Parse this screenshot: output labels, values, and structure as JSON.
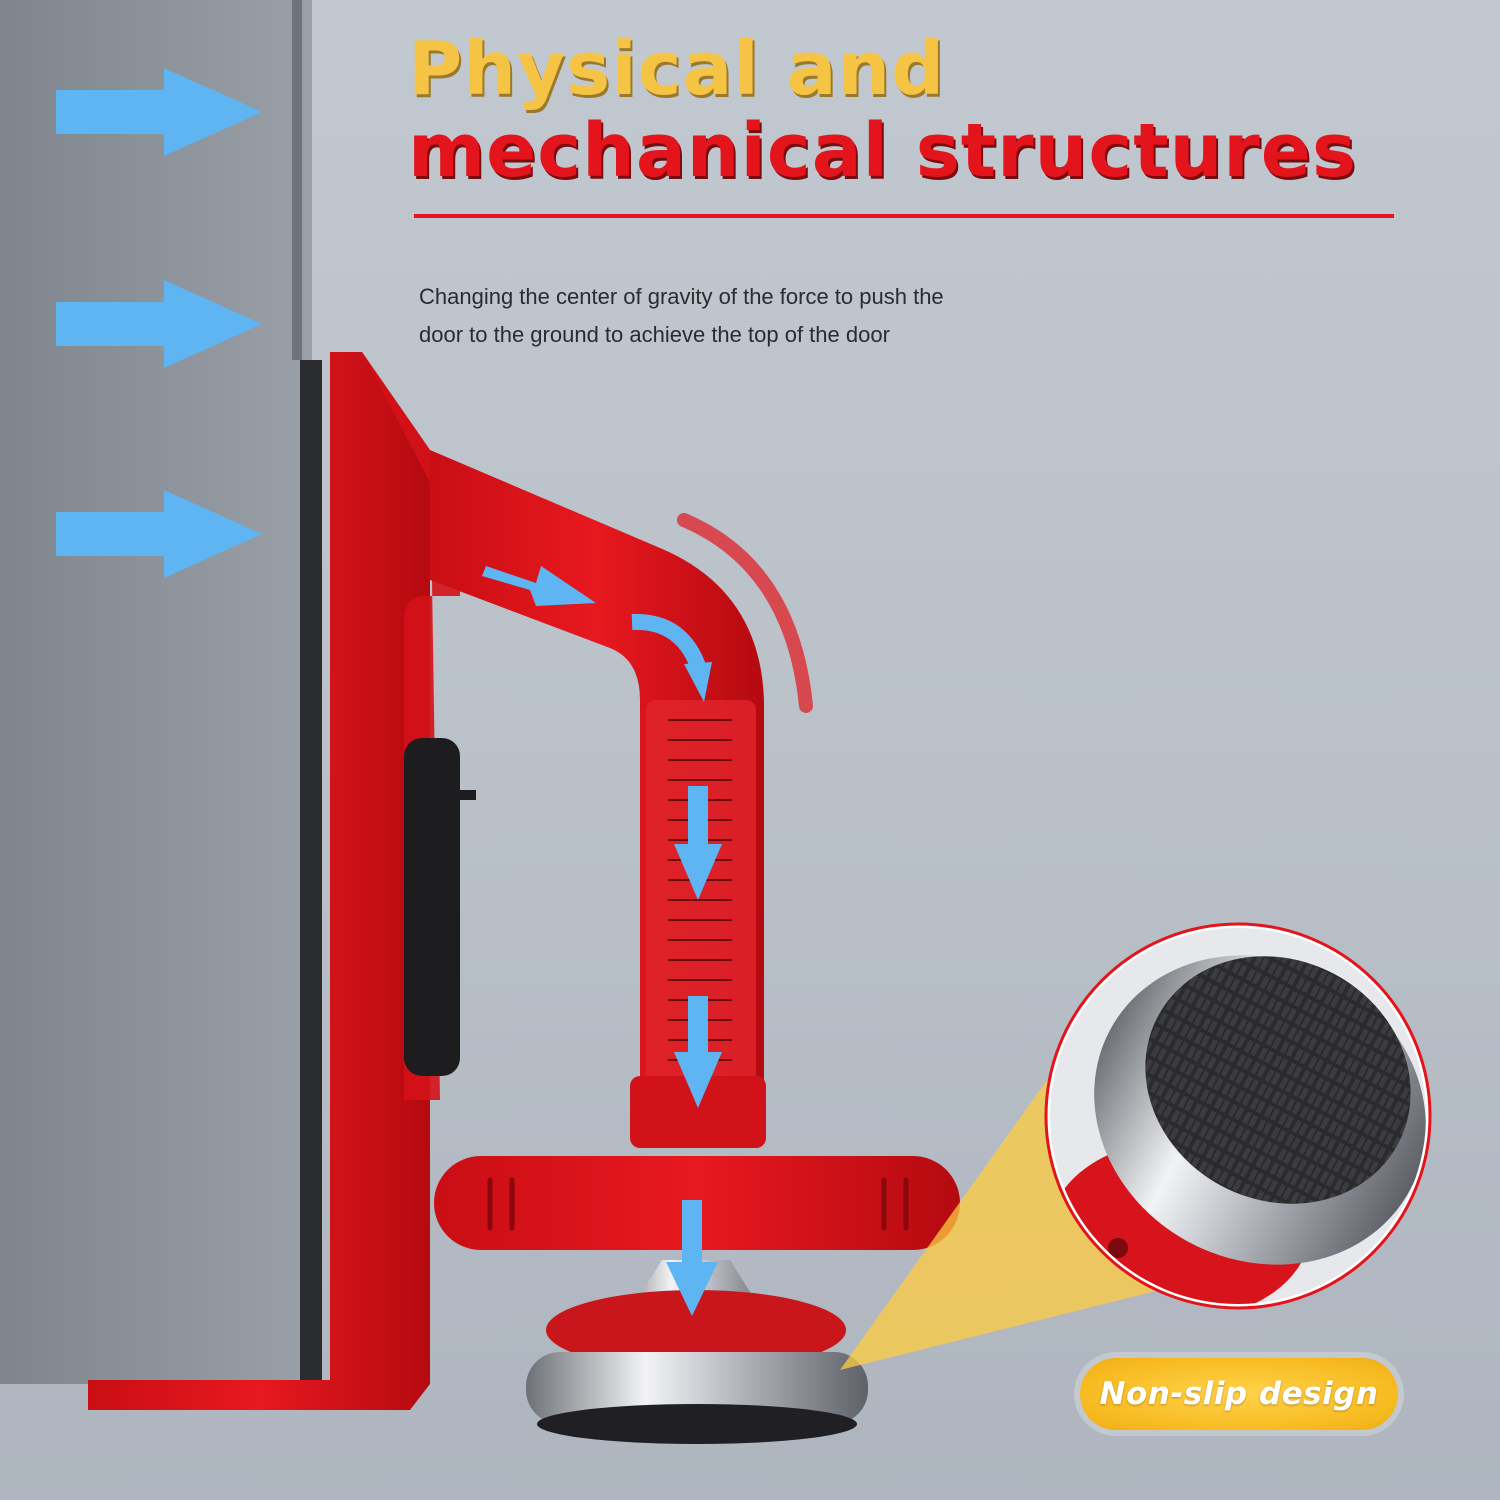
{
  "headline": {
    "line1": "Physical and",
    "line2": "mechanical structures"
  },
  "caption": {
    "line1": "Changing the center of gravity of the force to push the",
    "line2": "door to the ground to achieve the top of the door"
  },
  "badge": {
    "label": "Non-slip design"
  },
  "colors": {
    "accent_red": "#e3141b",
    "headline_yellow": "#f6c445",
    "arrow_blue": "#5fb4f2",
    "badge_yellow": "#f7bb22"
  },
  "icons": [
    "arrow-right-icon",
    "arrow-down-icon",
    "curved-arrow-icon"
  ]
}
